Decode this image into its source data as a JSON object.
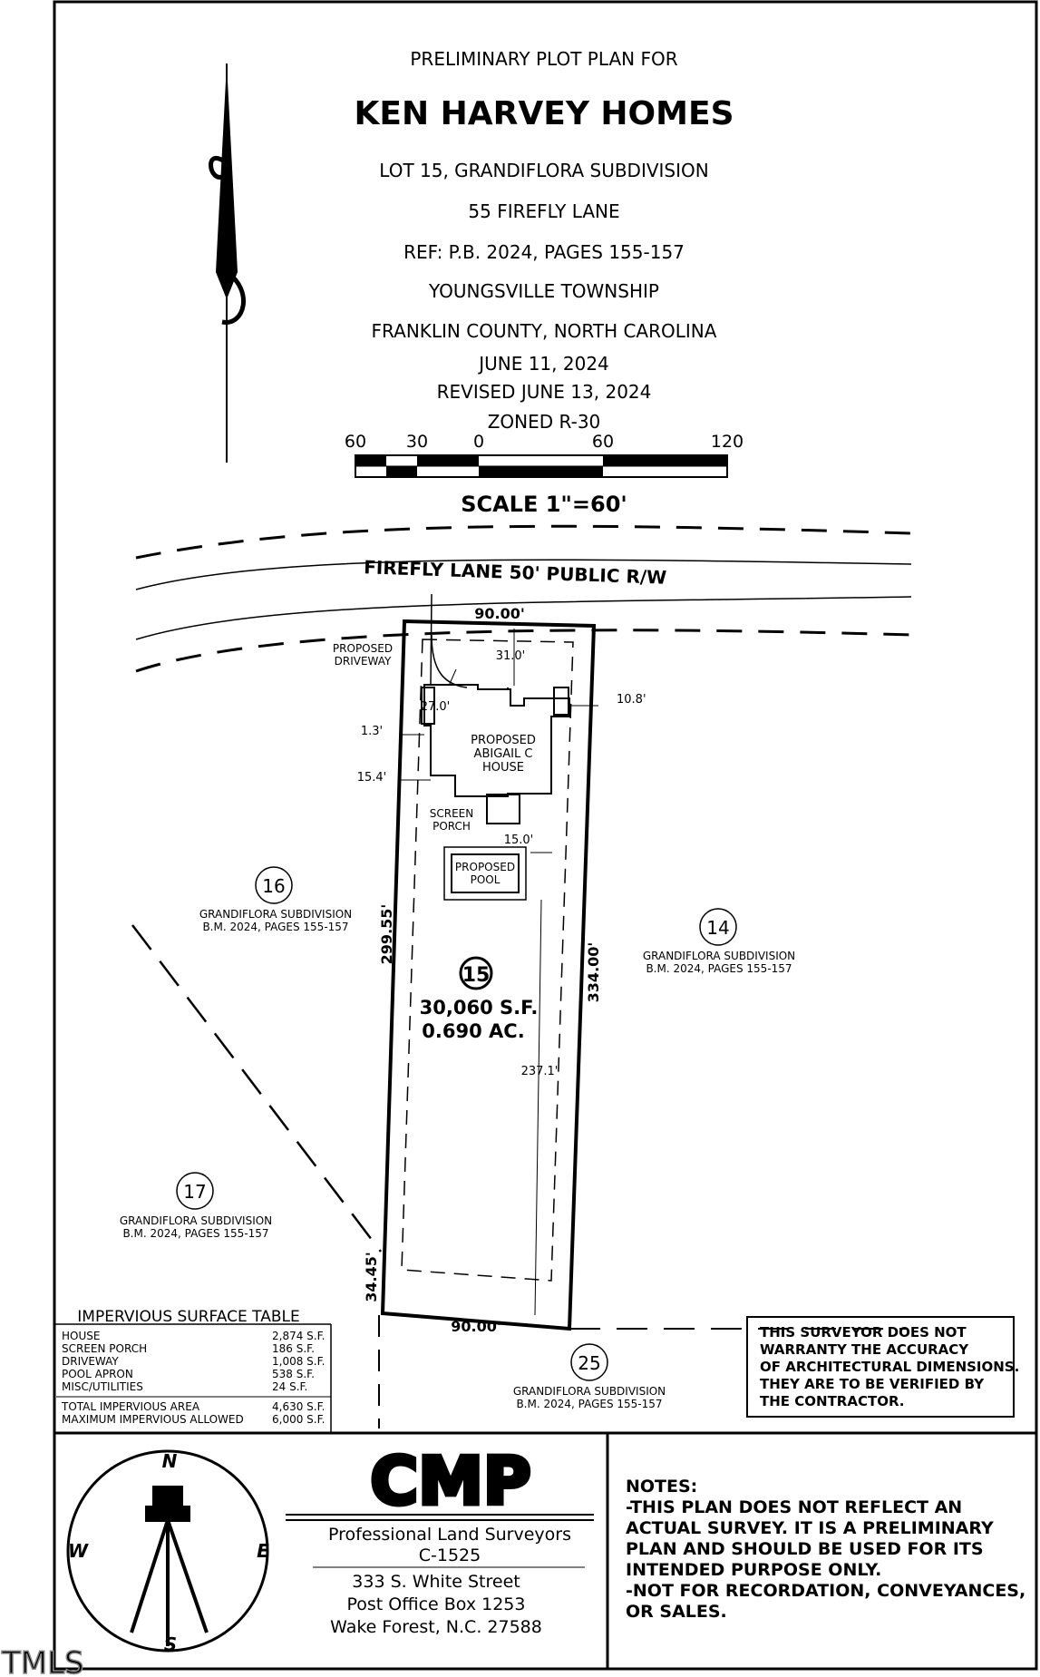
{
  "title_block": {
    "line1": "PRELIMINARY PLOT PLAN FOR",
    "line2": "KEN HARVEY HOMES",
    "line3": "LOT 15, GRANDIFLORA SUBDIVISION",
    "line4": "55 FIREFLY LANE",
    "line5": "REF: P.B. 2024, PAGES 155-157",
    "line6": "YOUNGSVILLE TOWNSHIP",
    "line7": "FRANKLIN COUNTY, NORTH CAROLINA",
    "line8": "JUNE 11, 2024",
    "line9": "REVISED JUNE 13, 2024",
    "line10": "ZONED R-30"
  },
  "scale_bar": {
    "ticks": [
      "60",
      "30",
      "0",
      "60",
      "120"
    ],
    "label": "SCALE   1\"=60'"
  },
  "road": {
    "label": "FIREFLY LANE 50' PUBLIC R/W"
  },
  "lot": {
    "number": "15",
    "area_sf": "30,060 S.F.",
    "area_ac": "0.690 AC.",
    "front": "90.00'",
    "rear": "90.00'",
    "left": "299.55'",
    "left_extra": "34.45'",
    "right": "334.00'"
  },
  "dimensions": {
    "setback_front": "31.0'",
    "house_width": "27.0'",
    "side_right": "10.8'",
    "side_left": "1.3'",
    "side_left2": "15.4'",
    "pool_offset": "15.0'",
    "rear_setback": "237.1'"
  },
  "labels": {
    "driveway": "PROPOSED DRIVEWAY",
    "driveway_l1": "PROPOSED",
    "driveway_l2": "DRIVEWAY",
    "house_l1": "PROPOSED",
    "house_l2": "ABIGAIL C",
    "house_l3": "HOUSE",
    "porch_l1": "SCREEN",
    "porch_l2": "PORCH",
    "pool_l1": "PROPOSED",
    "pool_l2": "POOL"
  },
  "adjacent_lots": [
    {
      "number": "16",
      "l1": "GRANDIFLORA SUBDIVISION",
      "l2": "B.M. 2024, PAGES 155-157"
    },
    {
      "number": "14",
      "l1": "GRANDIFLORA SUBDIVISION",
      "l2": "B.M. 2024, PAGES 155-157"
    },
    {
      "number": "17",
      "l1": "GRANDIFLORA SUBDIVISION",
      "l2": "B.M. 2024, PAGES 155-157"
    },
    {
      "number": "25",
      "l1": "GRANDIFLORA SUBDIVISION",
      "l2": "B.M. 2024, PAGES 155-157"
    }
  ],
  "impervious_table": {
    "title": "IMPERVIOUS SURFACE TABLE",
    "rows": [
      {
        "label": "HOUSE",
        "value": "2,874 S.F."
      },
      {
        "label": "SCREEN PORCH",
        "value": "186 S.F."
      },
      {
        "label": "DRIVEWAY",
        "value": "1,008 S.F."
      },
      {
        "label": "POOL APRON",
        "value": "538 S.F."
      },
      {
        "label": "MISC/UTILITIES",
        "value": "24 S.F."
      }
    ],
    "totals": [
      {
        "label": "TOTAL IMPERVIOUS AREA",
        "value": "4,630 S.F."
      },
      {
        "label": "MAXIMUM IMPERVIOUS ALLOWED",
        "value": "6,000 S.F."
      }
    ]
  },
  "disclaimer": {
    "l1": "THIS SURVEYOR DOES NOT",
    "l2": "WARRANTY THE ACCURACY",
    "l3": "OF ARCHITECTURAL DIMENSIONS.",
    "l4": "THEY ARE TO BE VERIFIED BY",
    "l5": "THE CONTRACTOR."
  },
  "compass": {
    "n": "N",
    "s": "S",
    "e": "E",
    "w": "W"
  },
  "company": {
    "logo": "CMP",
    "line1": "Professional Land Surveyors",
    "line2": "C-1525",
    "line3": "333 S. White Street",
    "line4": "Post Office Box 1253",
    "line5": "Wake Forest, N.C. 27588"
  },
  "notes": {
    "heading": "NOTES:",
    "l1": "-THIS PLAN DOES NOT REFLECT AN",
    "l2": "ACTUAL SURVEY. IT IS A PRELIMINARY",
    "l3": "PLAN AND SHOULD BE USED FOR ITS",
    "l4": "INTENDED PURPOSE ONLY.",
    "l5": "-NOT FOR RECORDATION, CONVEYANCES,",
    "l6": "OR SALES."
  },
  "watermark": "TMLS"
}
